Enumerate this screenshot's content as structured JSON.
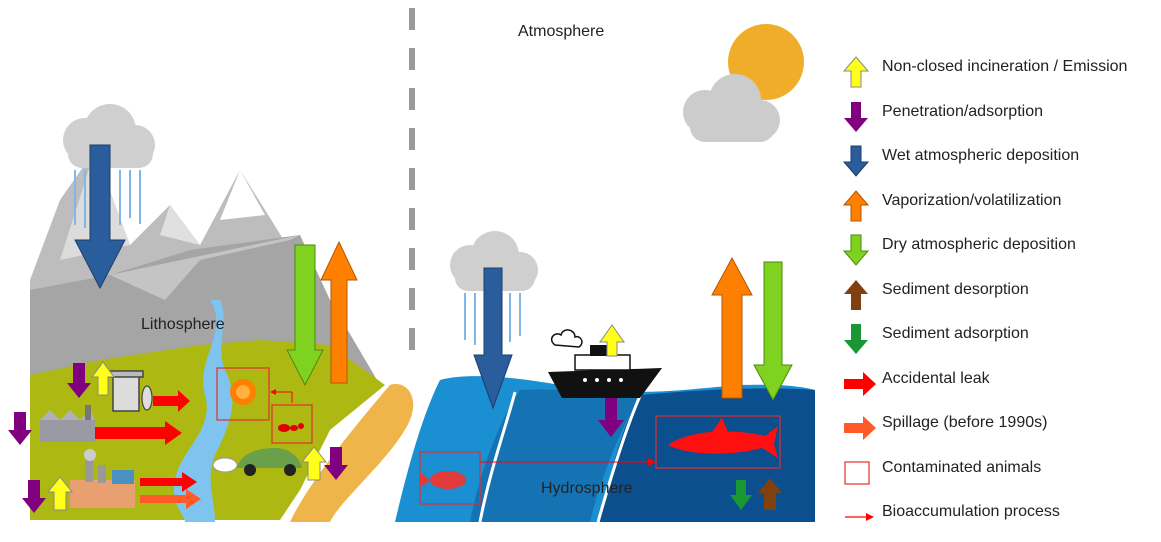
{
  "labels": {
    "atmosphere": "Atmosphere",
    "lithosphere": "Lithosphere",
    "hydrosphere": "Hydrosphere"
  },
  "legend": [
    {
      "label": "Non-closed incineration / Emission",
      "icon": "yellow-up-arrow-icon",
      "color": "#ffff1a"
    },
    {
      "label": "Penetration/adsorption",
      "icon": "purple-down-arrow-icon",
      "color": "#800080"
    },
    {
      "label": "Wet atmospheric deposition",
      "icon": "blue-down-arrow-icon",
      "color": "#2a5d9c"
    },
    {
      "label": "Vaporization/volatilization",
      "icon": "orange-up-arrow-icon",
      "color": "#ff8000"
    },
    {
      "label": "Dry atmospheric deposition",
      "icon": "green-down-arrow-icon",
      "color": "#7fd320"
    },
    {
      "label": "Sediment desorption",
      "icon": "brown-up-arrow-icon",
      "color": "#804010"
    },
    {
      "label": "Sediment adsorption",
      "icon": "dark-green-down-arrow-icon",
      "color": "#1a9632"
    },
    {
      "label": "Accidental leak",
      "icon": "red-right-arrow-icon",
      "color": "#ff0000"
    },
    {
      "label": "Spillage (before 1990s)",
      "icon": "orange-red-right-arrow-icon",
      "color": "#ff5a28"
    },
    {
      "label": "Contaminated animals",
      "icon": "red-box-icon",
      "color": "#e03030"
    },
    {
      "label": "Bioaccumulation process",
      "icon": "thin-red-arrow-icon",
      "color": "#ff0000"
    }
  ]
}
